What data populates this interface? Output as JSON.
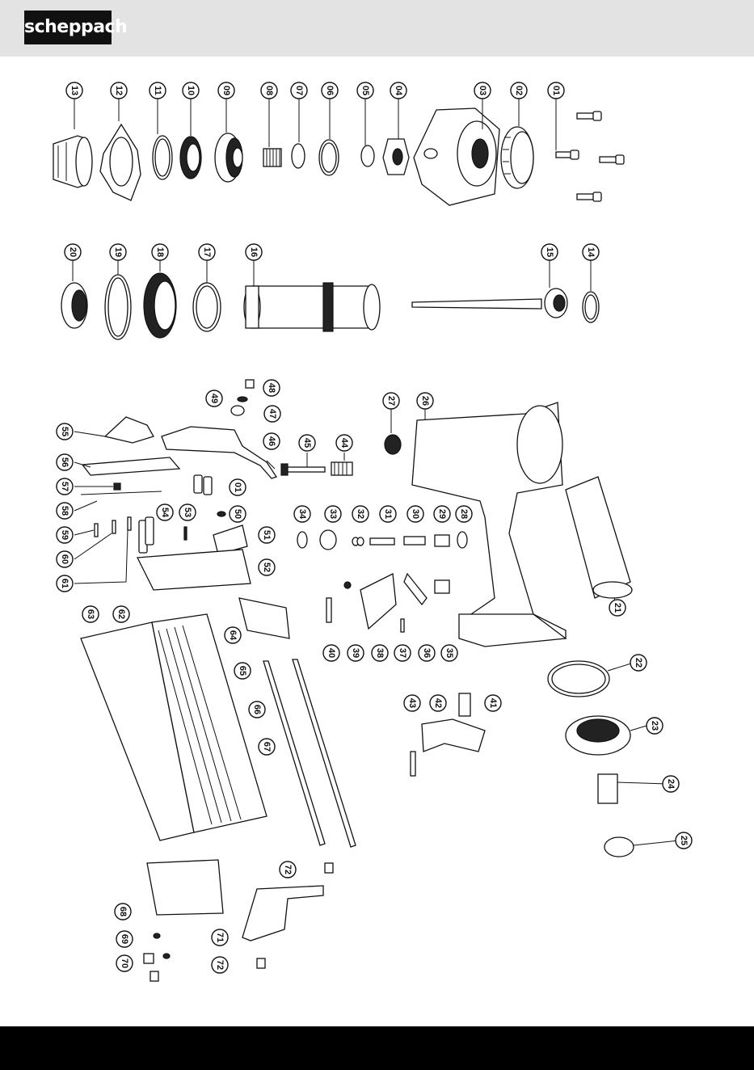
{
  "header": {
    "brand": "scheppach"
  },
  "colors": {
    "header_bg": "#e3e3e3",
    "logo_bg": "#111111",
    "footer_bg": "#000000",
    "line": "#111111"
  },
  "callouts": [
    "13",
    "12",
    "11",
    "10",
    "09",
    "08",
    "07",
    "06",
    "05",
    "04",
    "03",
    "02",
    "01",
    "20",
    "19",
    "18",
    "17",
    "16",
    "15",
    "14",
    "48",
    "49",
    "47",
    "27",
    "26",
    "55",
    "46",
    "45",
    "44",
    "56",
    "01",
    "57",
    "58",
    "50",
    "54",
    "53",
    "59",
    "51",
    "60",
    "61",
    "52",
    "34",
    "33",
    "32",
    "31",
    "30",
    "29",
    "28",
    "63",
    "62",
    "64",
    "40",
    "39",
    "38",
    "37",
    "36",
    "35",
    "21",
    "65",
    "66",
    "67",
    "22",
    "43",
    "42",
    "41",
    "23",
    "24",
    "25",
    "72",
    "68",
    "71",
    "69",
    "70",
    "72"
  ]
}
